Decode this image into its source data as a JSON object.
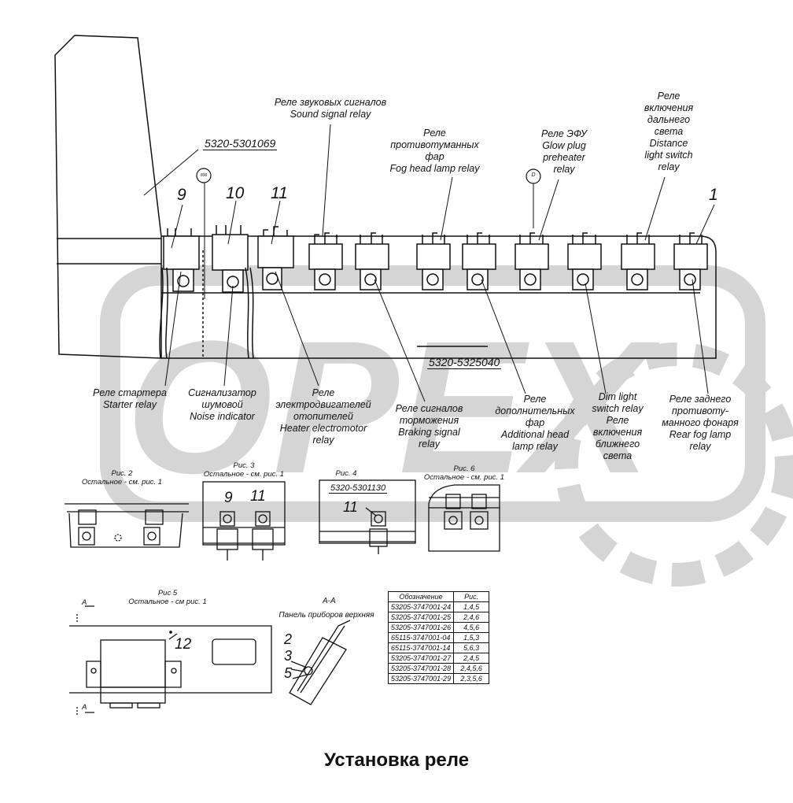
{
  "title": "Установка реле",
  "part_numbers": {
    "upper_panel": "5320-5301069",
    "lower_panel": "5320-5325040",
    "fig4_panel": "5320-5301130"
  },
  "callouts": {
    "n9": "9",
    "n10": "10",
    "n11": "11",
    "n1": "1",
    "fig3_n9": "9",
    "fig3_n11": "11",
    "fig4_n11": "11",
    "fig5_n12": "12",
    "aa_n2": "2",
    "aa_n3": "3",
    "aa_n5": "5",
    "circle_800": "800",
    "circle_d": "D"
  },
  "labels": {
    "sound_signal": "Реле звуковых сигналов\nSound signal relay",
    "fog_head": "Реле\nпротивотуманных\nфар\nFog head lamp relay",
    "glow_plug": "Реле ЭФУ\nGlow plug\npreheater\nrelay",
    "distance_light": "Реле\nвключения\nдальнего\nсвета\nDistance\nlight switch\nrelay",
    "starter": "Реле стартера\nStarter relay",
    "noise": "Сигнализатор\nшумовой\nNoise indicator",
    "heater": "Реле\nэлектродвигателей\nотопителей\nHeater electromotor\nrelay",
    "braking": "Реле сигналов\nторможения\nBraking signal\nrelay",
    "additional_head": "Реле\nдополнительных\nфар\nAdditional head\nlamp relay",
    "dim_light": "Dim light\nswitch relay\nРеле\nвключения\nближнего\nсвета",
    "rear_fog": "Реле заднего\nпротивоту-\nманного фонаря\nRear fog lamp\nrelay"
  },
  "figures": {
    "fig2_title": "Рис. 2",
    "fig2_sub": "Остальное - см. рис. 1",
    "fig3_title": "Рис. 3",
    "fig3_sub": "Остальное - см. рис. 1",
    "fig4_title": "Рис. 4",
    "fig5_title": "Рис 5",
    "fig5_sub": "Остальное - см рис. 1",
    "fig6_title": "Рис. 6",
    "fig6_sub": "Остальное - см. рис. 1",
    "section_aa": "А-А",
    "section_a_top": "А",
    "section_a_bottom": "А",
    "panel_top": "Панель приборов верхняя"
  },
  "spec_table": {
    "headers": [
      "Обозначение",
      "Рис."
    ],
    "rows": [
      [
        "53205-3747001-24",
        "1,4,5"
      ],
      [
        "53205-3747001-25",
        "2,4,6"
      ],
      [
        "53205-3747001-26",
        "4,5,6"
      ],
      [
        "65115-3747001-04",
        "1,5,3"
      ],
      [
        "65115-3747001-14",
        "5,6,3"
      ],
      [
        "53205-3747001-27",
        "2,4,5"
      ],
      [
        "53205-3747001-28",
        "2,4,5,6"
      ],
      [
        "53205-3747001-29",
        "2,3,5,6"
      ]
    ]
  },
  "watermark": "OPEX"
}
